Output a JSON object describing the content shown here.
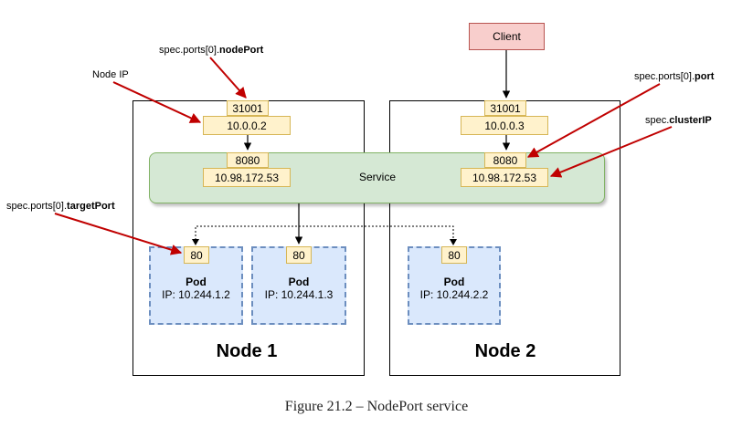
{
  "client": {
    "label": "Client"
  },
  "service": {
    "label": "Service"
  },
  "nodes": [
    {
      "title": "Node 1",
      "nodeport": "31001",
      "node_ip": "10.0.0.2",
      "service_port": "8080",
      "cluster_ip": "10.98.172.53"
    },
    {
      "title": "Node 2",
      "nodeport": "31001",
      "node_ip": "10.0.0.3",
      "service_port": "8080",
      "cluster_ip": "10.98.172.53"
    }
  ],
  "pods": [
    {
      "port": "80",
      "title": "Pod",
      "ip": "IP: 10.244.1.2"
    },
    {
      "port": "80",
      "title": "Pod",
      "ip": "IP: 10.244.1.3"
    },
    {
      "port": "80",
      "title": "Pod",
      "ip": "IP: 10.244.2.2"
    }
  ],
  "annotations": {
    "nodeport": {
      "prefix": "spec.ports[0].",
      "bold": "nodePort"
    },
    "node_ip": {
      "text": "Node IP"
    },
    "port": {
      "prefix": "spec.ports[0].",
      "bold": "port"
    },
    "cluster_ip": {
      "prefix": "spec.",
      "bold": "clusterIP"
    },
    "target_port": {
      "prefix": "spec.ports[0].",
      "bold": "targetPort"
    }
  },
  "caption": "Figure 21.2 – NodePort service",
  "colors": {
    "arrow_annotation": "#c00000",
    "arrow_flow": "#000000"
  }
}
